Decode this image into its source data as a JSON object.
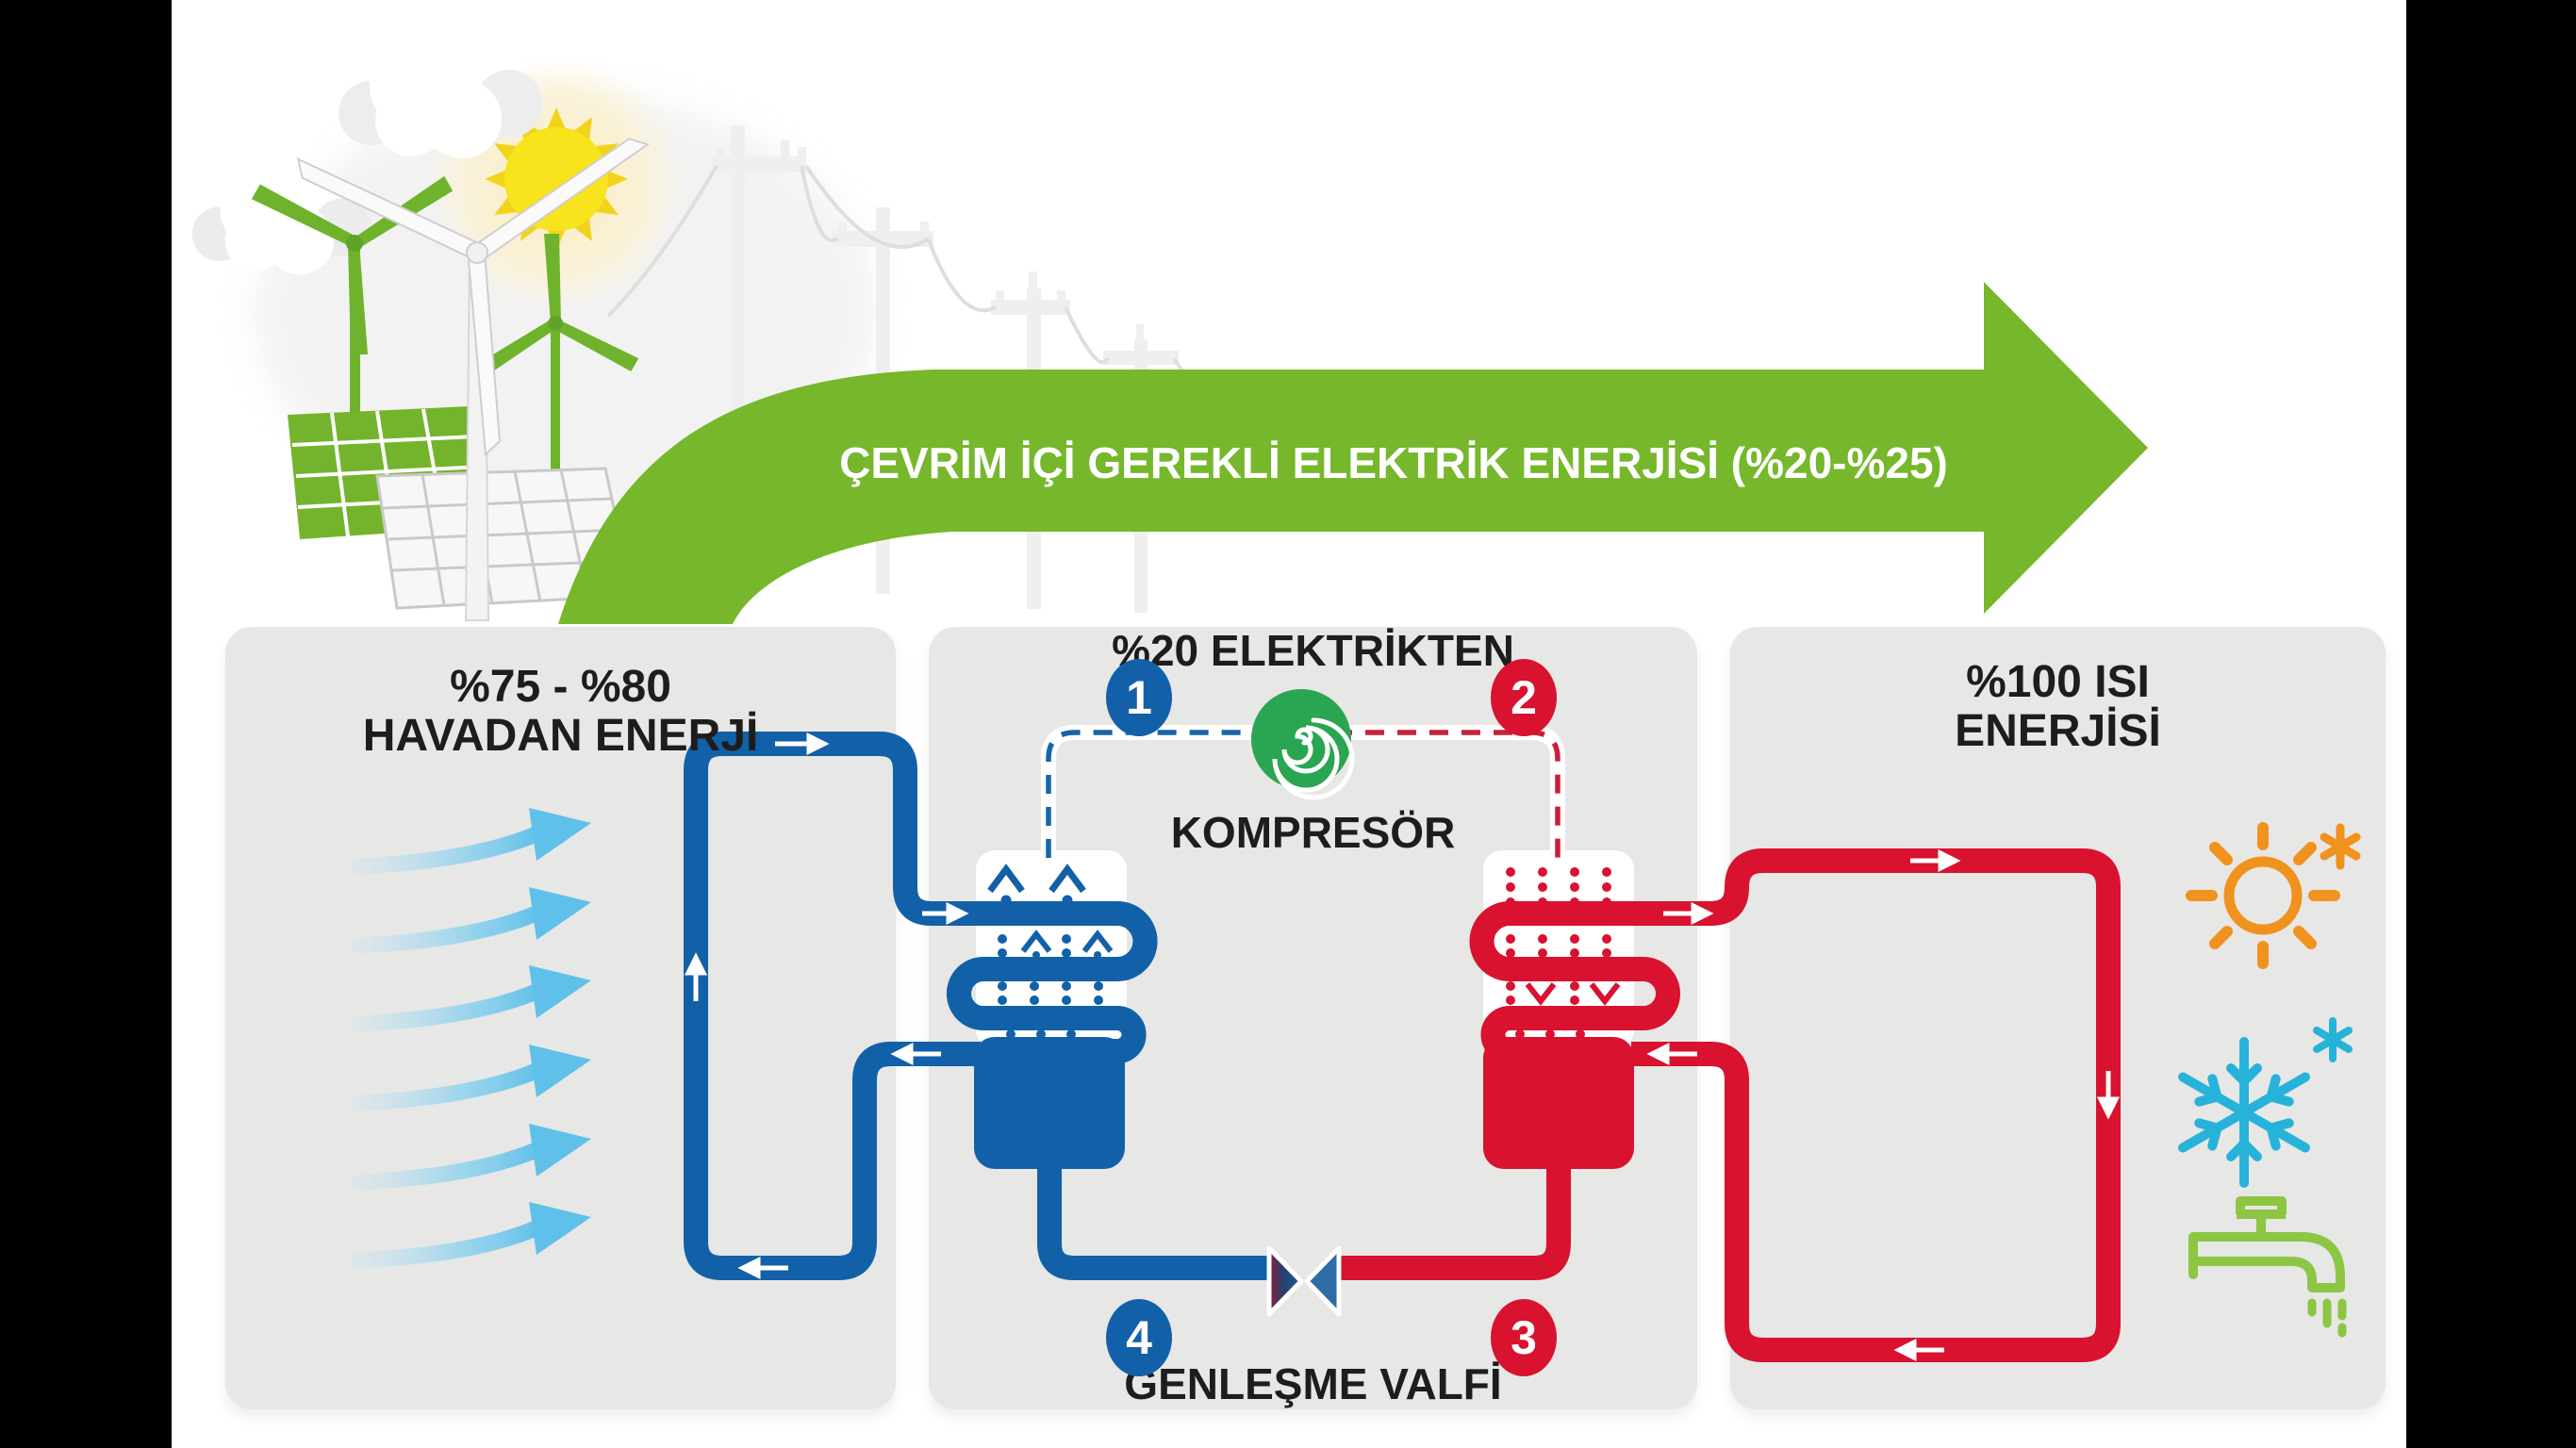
{
  "banner": {
    "label": "ÇEVRİM İÇİ GEREKLİ ELEKTRİK ENERJİSİ (%20-%25)"
  },
  "air_panel": {
    "title1": "%75 - %80",
    "title2": "HAVADAN ENERJİ"
  },
  "cycle_panel": {
    "electric_label": "%20 ELEKTRİKTEN",
    "compressor_label": "KOMPRESÖR",
    "valve_label": "GENLEŞME VALFİ",
    "step1": "1",
    "step2": "2",
    "step3": "3",
    "step4": "4"
  },
  "heat_panel": {
    "title1": "%100 ISI",
    "title2": "ENERJİSİ"
  },
  "icons": {
    "compressor": "compressor-spiral-icon",
    "sun": "sun-icon",
    "snowflake": "snowflake-icon",
    "faucet": "faucet-icon"
  },
  "colors": {
    "green": "#77b72c",
    "blue": "#1261a8",
    "red": "#d8122f",
    "dash-blue": "#1565a9",
    "dash-red": "#c8203a",
    "panel": "#e7e7e6",
    "wind": "#5fc0e9",
    "text": "#1d1d1b",
    "sun-orange": "#f0921e",
    "flake-cyan": "#27b2da",
    "faucet-green": "#8cc643",
    "compressor-green": "#2aa551"
  }
}
